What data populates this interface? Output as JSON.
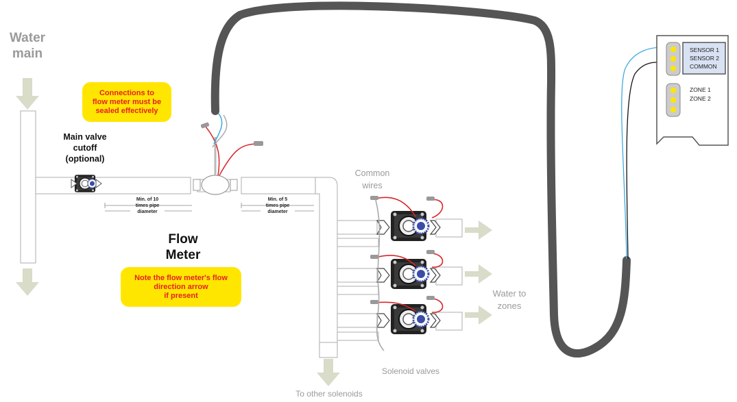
{
  "labels": {
    "water_main": "Water\nmain",
    "main_valve": "Main valve\ncutoff\n(optional)",
    "flow_meter": "Flow\nMeter",
    "common_wires": "Common\nwires",
    "water_to_zones": "Water to\nzones",
    "solenoid_valves": "Solenoid valves",
    "to_other_solenoids": "To other solenoids",
    "min10": "Min. of 10\ntimes pipe\ndiameter",
    "min5": "Min. of 5\ntimes pipe\ndiameter"
  },
  "notes": {
    "connections": "Connections to\nflow meter must be\nsealed effectively",
    "arrow": "Note the flow meter's flow\ndirection arrow\nif present"
  },
  "controller": {
    "sensor1": "SENSOR 1",
    "sensor2": "SENSOR 2",
    "common": "COMMON",
    "zone1": "ZONE 1",
    "zone2": "ZONE 2"
  },
  "colors": {
    "note_bg": "#ffe600",
    "note_text": "#e5201f",
    "cable": "#555555",
    "wire_blue": "#3fa9e0",
    "wire_red": "#d8262b",
    "arrow": "#d8dcc8",
    "pipe_outline": "#bbbbbb"
  }
}
